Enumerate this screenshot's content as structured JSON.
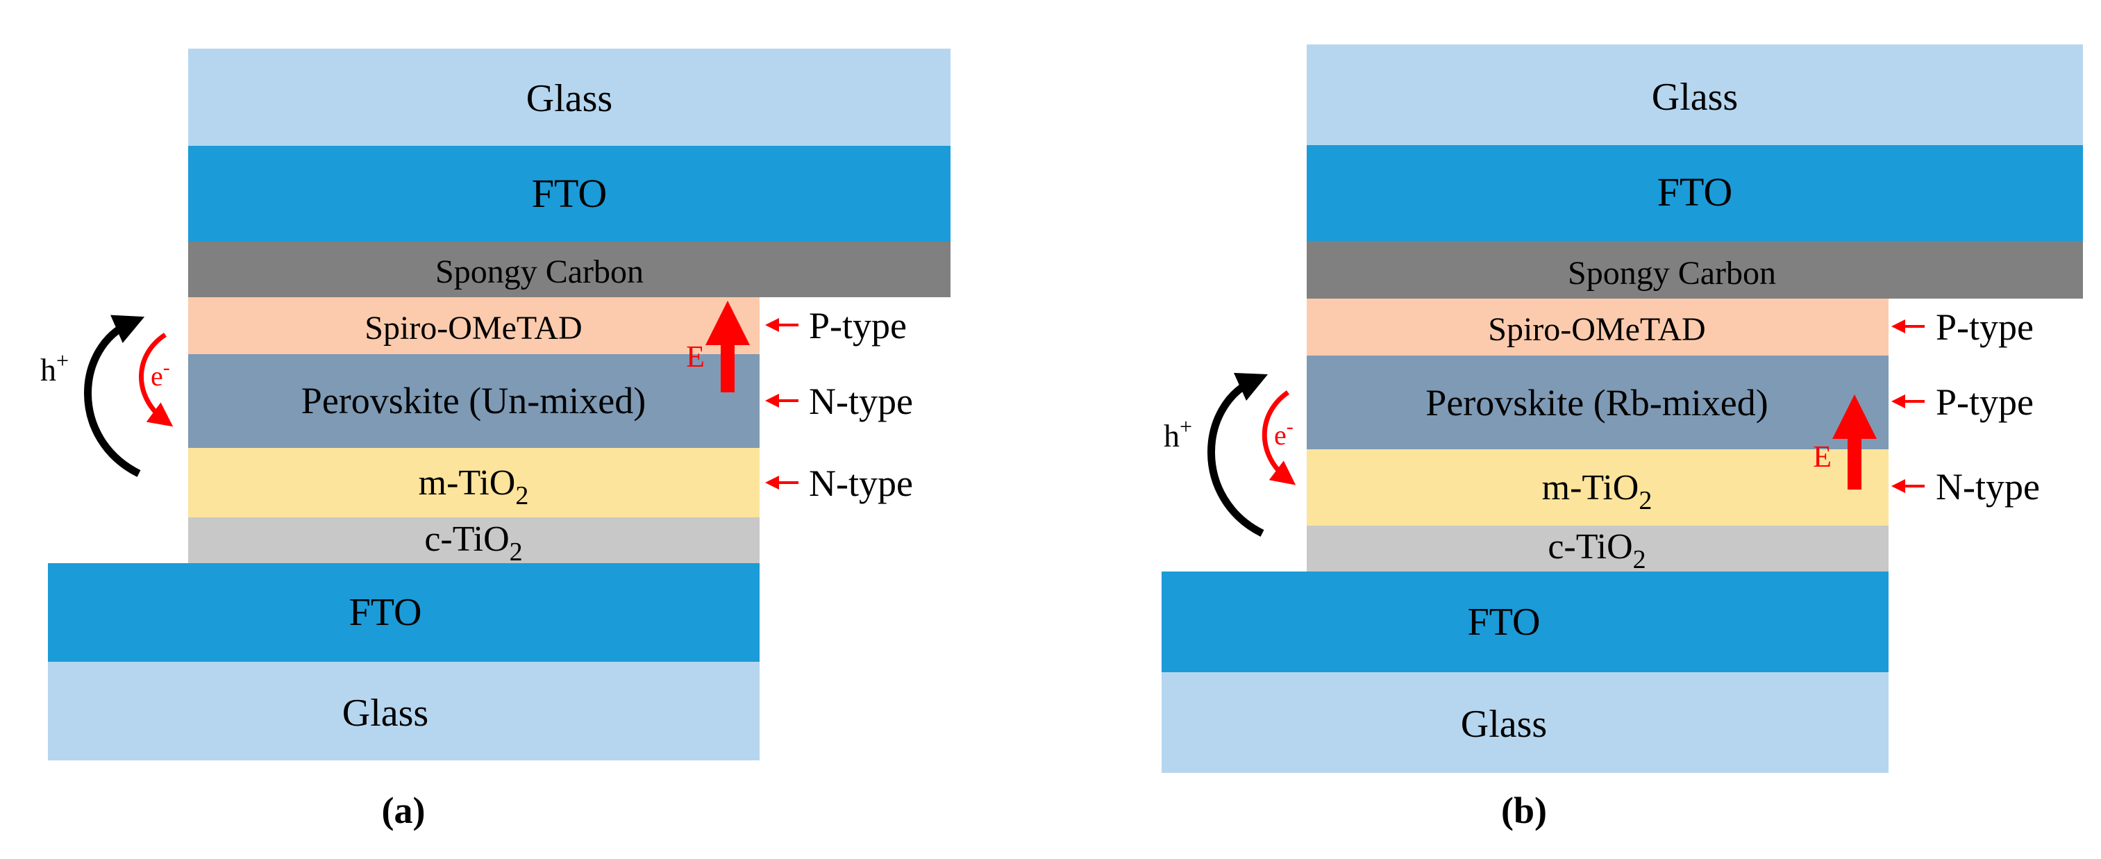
{
  "colors": {
    "glass": "#b6d6ef",
    "fto": "#1b9bd8",
    "carbon": "#808080",
    "spiro": "#fccbad",
    "perovskite": "#7e9ab5",
    "m_tio2": "#fde49c",
    "c_tio2": "#c8c8c8",
    "arrow_red": "#ff0000",
    "arrow_black": "#000000"
  },
  "panels": [
    {
      "id": "a",
      "caption": "(a)",
      "layers": {
        "glass_top": "Glass",
        "fto_top": "FTO",
        "carbon": "Spongy Carbon",
        "spiro": "Spiro-OMeTAD",
        "perovskite": "Perovskite (Un-mixed)",
        "m_tio2": {
          "base": "m-TiO",
          "sub": "2"
        },
        "c_tio2": {
          "base": "c-TiO",
          "sub": "2"
        },
        "fto_bottom": "FTO",
        "glass_bottom": "Glass"
      },
      "types": [
        "P-type",
        "N-type",
        "N-type"
      ],
      "field_label": "E",
      "hole_label": {
        "base": "h",
        "sup": "+"
      },
      "electron_label": {
        "base": "e",
        "sup": "-"
      }
    },
    {
      "id": "b",
      "caption": "(b)",
      "layers": {
        "glass_top": "Glass",
        "fto_top": "FTO",
        "carbon": "Spongy Carbon",
        "spiro": "Spiro-OMeTAD",
        "perovskite": "Perovskite (Rb-mixed)",
        "m_tio2": {
          "base": "m-TiO",
          "sub": "2"
        },
        "c_tio2": {
          "base": "c-TiO",
          "sub": "2"
        },
        "fto_bottom": "FTO",
        "glass_bottom": "Glass"
      },
      "types": [
        "P-type",
        "P-type",
        "N-type"
      ],
      "field_label": "E",
      "hole_label": {
        "base": "h",
        "sup": "+"
      },
      "electron_label": {
        "base": "e",
        "sup": "-"
      }
    }
  ]
}
